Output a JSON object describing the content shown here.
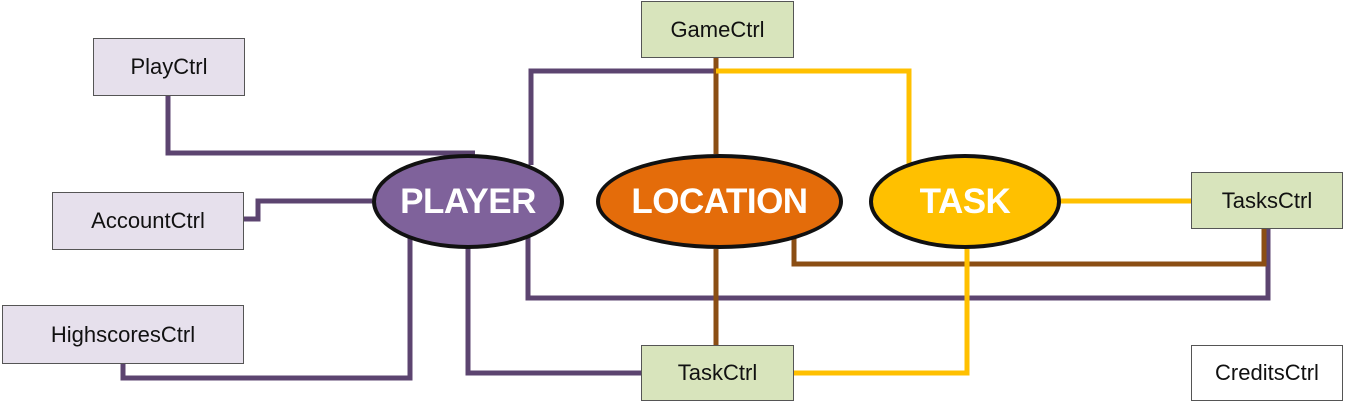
{
  "colors": {
    "player": "#7f629b",
    "location": "#e46c0a",
    "task": "#ffc000",
    "purple_line": "#5c4470",
    "brown_line": "#8b4e14",
    "yellow_line": "#ffc000",
    "purple_box": "#e6e0ec",
    "green_box": "#d8e4bc",
    "white_box": "#ffffff"
  },
  "entities": {
    "player": "PLAYER",
    "location": "LOCATION",
    "task": "TASK"
  },
  "controllers": {
    "play": "PlayCtrl",
    "account": "AccountCtrl",
    "highscores": "HighscoresCtrl",
    "game": "GameCtrl",
    "task": "TaskCtrl",
    "tasks": "TasksCtrl",
    "credits": "CreditsCtrl"
  }
}
